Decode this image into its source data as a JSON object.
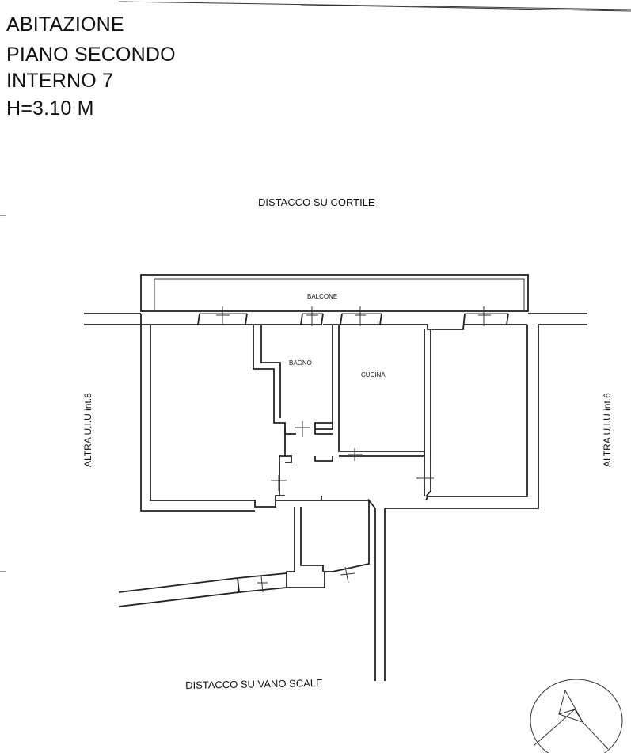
{
  "header": {
    "line1": "ABITAZIONE",
    "line2": "PIANO SECONDO",
    "line3": "INTERNO 7",
    "line4": "H=3.10 M"
  },
  "labels": {
    "top": "DISTACCO SU CORTILE",
    "bottom": "DISTACCO SU VANO SCALE",
    "left": "ALTRA U.I.U  int.8",
    "right": "ALTRA U.I.U  int.6"
  },
  "rooms": {
    "balcony": "BALCONE",
    "bathroom": "BAGNO",
    "kitchen": "CUCINA"
  },
  "colors": {
    "line": "#222222",
    "background": "#ffffff"
  },
  "icons": {
    "compass": "north-arrow-icon"
  }
}
